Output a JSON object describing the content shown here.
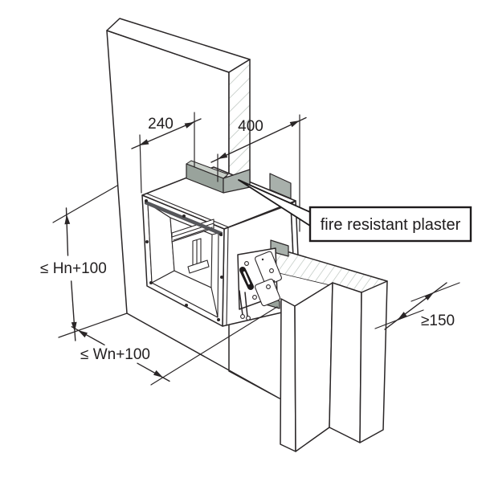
{
  "diagram": {
    "callout": "fire resistant plaster",
    "dimensions": {
      "duct_front_to_wall": "240",
      "duct_length": "400",
      "opening_height": "≤ Hn+100",
      "opening_width": "≤ Wn+100",
      "wall_thickness": "≥150"
    },
    "colors": {
      "line": "#2a2627",
      "plaster": "#a8b0ab",
      "plaster_shadow": "#99a39c",
      "plaster_top": "#c9cfc9",
      "hatch": "#b7c1ba",
      "background": "#ffffff"
    }
  }
}
